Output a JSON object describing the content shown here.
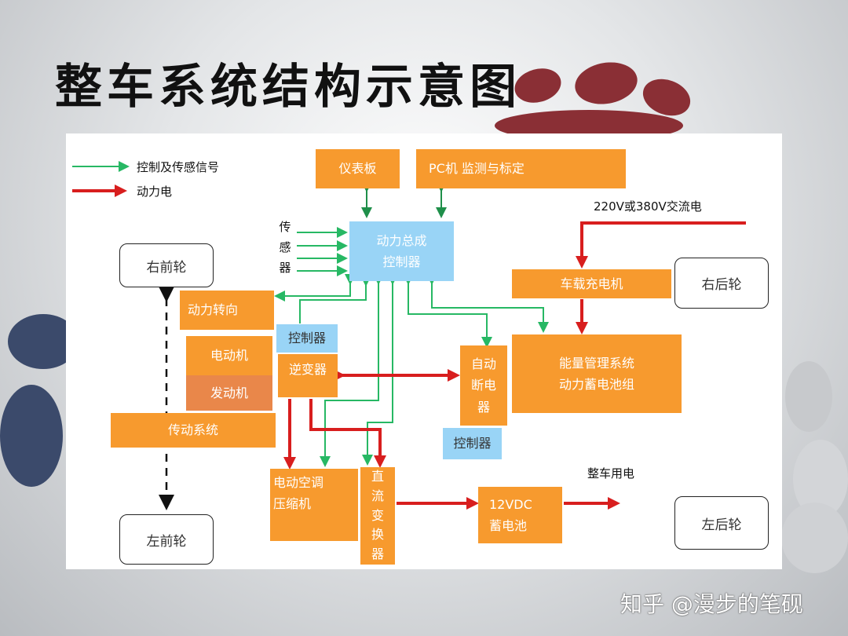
{
  "title": "整车系统结构示意图",
  "legend": {
    "signal_label": "控制及传感信号",
    "power_label": "动力电",
    "signal_color": "#27b864",
    "power_color": "#d81e1e"
  },
  "boxes": {
    "instrument_panel": "仪表板",
    "pc": "PC机 监测与标定",
    "powertrain_controller": "动力总成\n控制器",
    "power_steering": "动力转向",
    "controller_inverter": "控制器",
    "inverter": "逆变器",
    "motor": "电动机",
    "engine": "发动机",
    "transmission": "传动系统",
    "auto_breaker": "自动\n断电\n器",
    "breaker_controller": "控制器",
    "onboard_charger": "车载充电机",
    "energy_management": "能量管理系统\n动力蓄电池组",
    "ac_compressor": "电动空调\n压缩机",
    "dc_converter": "直\n流\n变\n换\n器",
    "battery_12v": "12VDC\n蓄电池"
  },
  "wheels": {
    "front_right": "右前轮",
    "front_left": "左前轮",
    "rear_right": "右后轮",
    "rear_left": "左后轮"
  },
  "labels": {
    "sensors": "传\n感\n器",
    "ac_input": "220V或380V交流电",
    "vehicle_power": "整车用电"
  },
  "watermark": "知乎 @漫步的笔砚"
}
